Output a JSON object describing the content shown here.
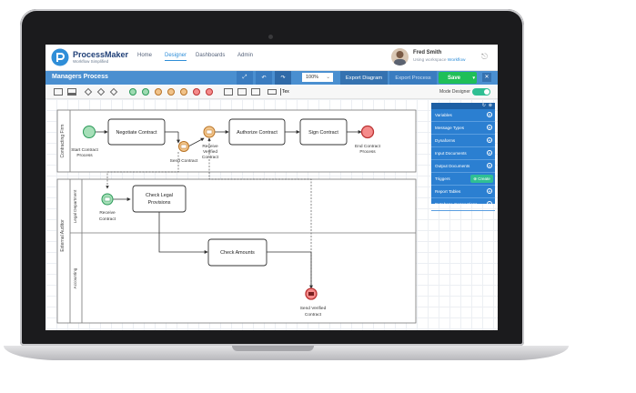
{
  "brand": {
    "name": "ProcessMaker",
    "tagline": "Workflow Simplified"
  },
  "nav": {
    "items": [
      {
        "label": "Home",
        "active": false
      },
      {
        "label": "Designer",
        "active": true
      },
      {
        "label": "Dashboards",
        "active": false
      },
      {
        "label": "Admin",
        "active": false
      }
    ]
  },
  "user": {
    "name": "Fred Smith",
    "workspace_prefix": "Using workspace",
    "workspace_name": "Workflow"
  },
  "header": {
    "title": "Managers Process",
    "zoom": "100%",
    "export_diagram": "Export Diagram",
    "export_process": "Export Process",
    "save": "Save"
  },
  "toolbar": {
    "mode_label": "Mode Designer"
  },
  "panel": {
    "items": [
      {
        "label": "Variables"
      },
      {
        "label": "Message Types"
      },
      {
        "label": "Dynaforms"
      },
      {
        "label": "Input Documents"
      },
      {
        "label": "Output Documents"
      },
      {
        "label": "Triggers",
        "badge": "Create"
      },
      {
        "label": "Report Tables"
      },
      {
        "label": "Database Connections"
      }
    ]
  },
  "diagram": {
    "pool1": {
      "label": "Contracting Firm"
    },
    "pool2": {
      "label": "External Auditor"
    },
    "lanes": {
      "legal": "Legal Department",
      "accounting": "Accounting"
    },
    "tasks": {
      "negotiate": "Negotiate Contract",
      "authorize": "Authorize Contract",
      "sign": "Sign Contract",
      "legal_line1": "Check Legal",
      "legal_line2": "Provisions",
      "amounts": "Check Amounts"
    },
    "events": {
      "start_1": "Start Contract",
      "start_2": "Process",
      "send": "Send Contract",
      "recv_verified_1": "Receive",
      "recv_verified_2": "Verified",
      "recv_verified_3": "Contract",
      "end_1": "End Contract",
      "end_2": "Process",
      "recv_1": "Receive",
      "recv_2": "Contract",
      "send_verified_1": "Send Verified",
      "send_verified_2": "Contract"
    }
  },
  "colors": {
    "accent": "#4a8fd0",
    "save": "#1fbf58",
    "panel": "#2b7fd1",
    "start": "#8fd8a8",
    "end": "#f06a6a",
    "intermediate": "#e8a657"
  }
}
